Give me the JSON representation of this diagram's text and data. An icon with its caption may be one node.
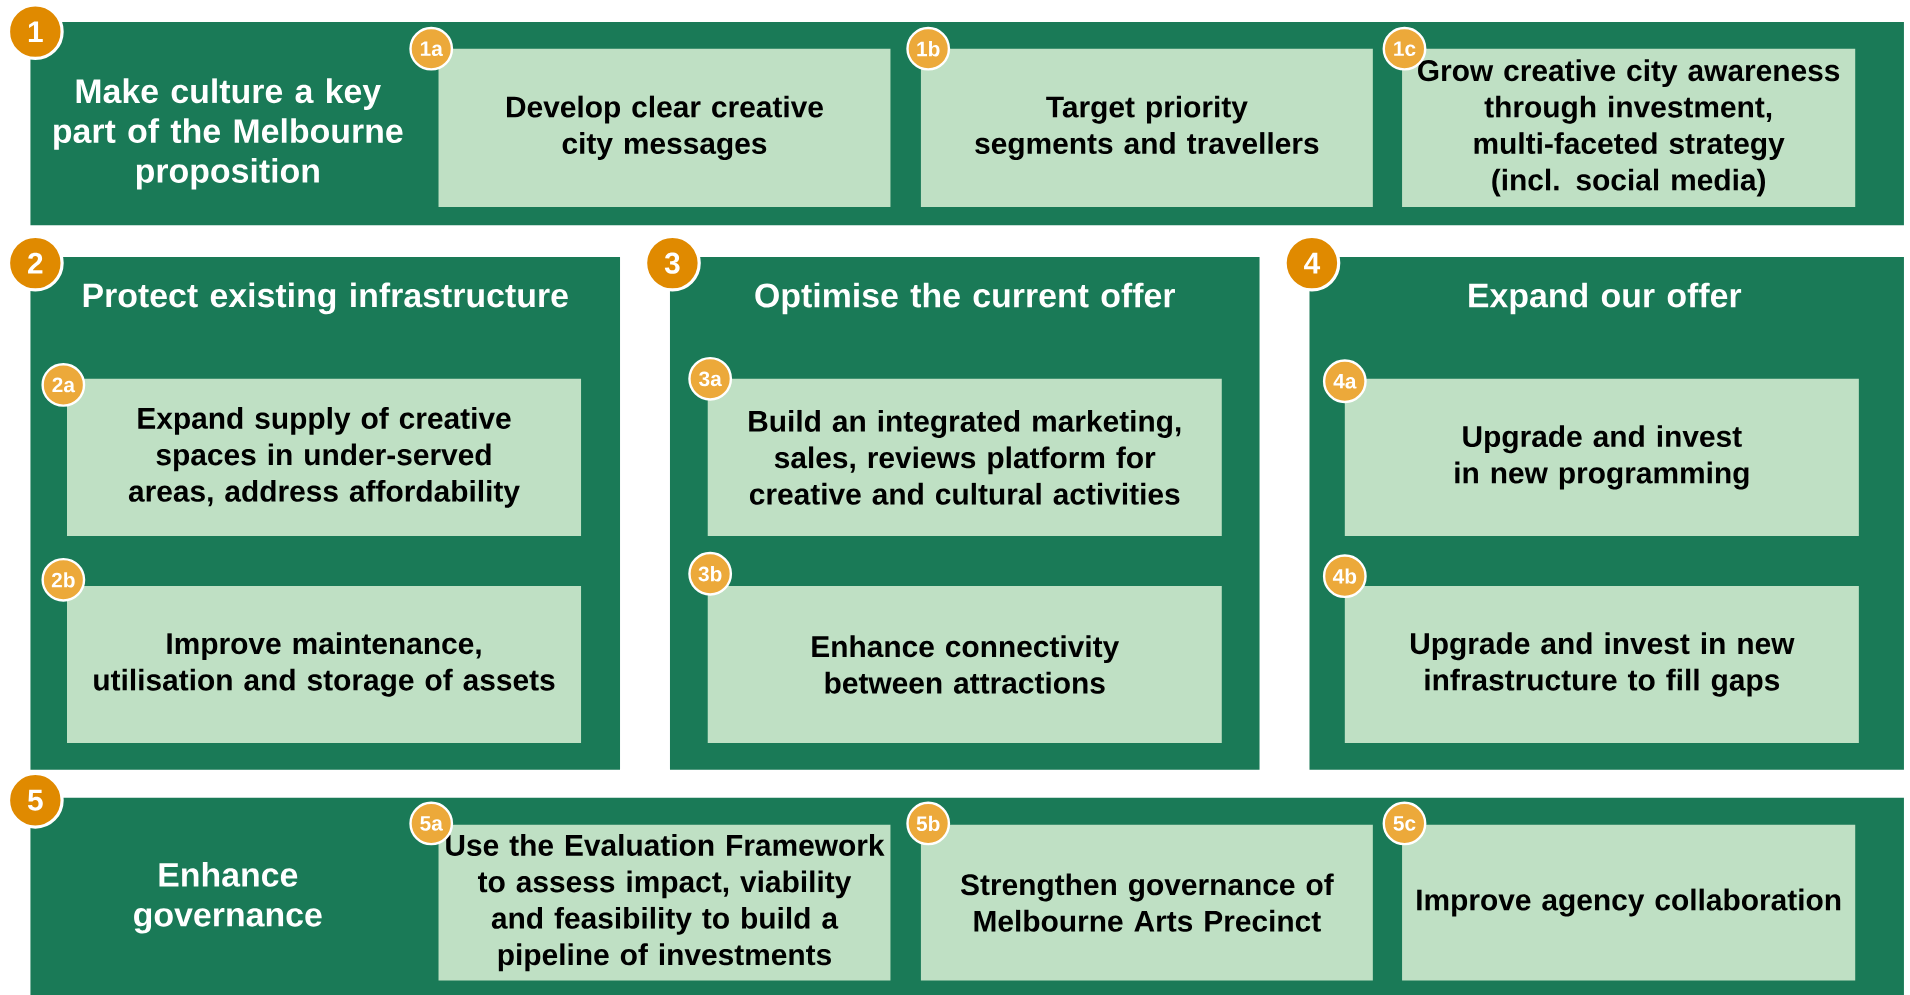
{
  "diagram": {
    "nodes": [
      {
        "text": [
          "Make culture a key part of the Melbourne proposition"
        ]
      },
      {
        "text": [
          "1"
        ]
      },
      {
        "text": [
          "Develop clear creative city messages"
        ],
        "in": 0
      },
      {
        "text": [
          "1a"
        ],
        "in": 0
      },
      {
        "text": [
          "Target priority segments and travellers"
        ],
        "in": 0
      },
      {
        "text": [
          "1b"
        ],
        "in": 0
      },
      {
        "text": [
          "Grow creative city awareness through investment, multi-faceted strategy (incl. social media)"
        ],
        "in": 0
      },
      {
        "text": [
          "1c"
        ],
        "in": 0
      },
      {
        "text": [
          "Protect existing infrastructure"
        ]
      },
      {
        "text": [
          "2"
        ]
      },
      {
        "text": [
          "Expand supply of creative spaces in under-served areas, address affordability"
        ],
        "in": 8
      },
      {
        "text": [
          "2a"
        ],
        "in": 8
      },
      {
        "text": [
          "Improve maintenance, utilisation and storage of assets"
        ],
        "in": 8
      },
      {
        "text": [
          "2b"
        ],
        "in": 8
      },
      {
        "text": [
          "Optimise the current offer"
        ]
      },
      {
        "text": [
          "3"
        ]
      },
      {
        "text": [
          "Build an integrated marketing, sales, reviews platform for creative and cultural activities"
        ],
        "in": 14
      },
      {
        "text": [
          "3a"
        ],
        "in": 14
      },
      {
        "text": [
          "Enhance connectivity between attractions"
        ],
        "in": 14
      },
      {
        "text": [
          "3b"
        ],
        "in": 14
      },
      {
        "text": [
          "Expand our offer"
        ]
      },
      {
        "text": [
          "4"
        ]
      },
      {
        "text": [
          "Upgrade and invest in new programming"
        ],
        "in": 20
      },
      {
        "text": [
          "4a"
        ],
        "in": 20
      },
      {
        "text": [
          "Upgrade and invest in new infrastructure to fill gaps"
        ],
        "in": 20
      },
      {
        "text": [
          "4b"
        ],
        "in": 20
      },
      {
        "text": [
          "Enhance governance"
        ]
      },
      {
        "text": [
          "5"
        ]
      },
      {
        "text": [
          "Use the Evaluation Framework to assess impact, viability and feasibility to build a pipeline of investments"
        ],
        "in": 26
      },
      {
        "text": [
          "5a"
        ],
        "in": 26
      },
      {
        "text": [
          "Strengthen governance of Melbourne Arts Precinct"
        ],
        "in": 26
      },
      {
        "text": [
          "5b"
        ],
        "in": 26
      },
      {
        "text": [
          "Improve agency collaboration"
        ],
        "in": 26
      },
      {
        "text": [
          "5c"
        ],
        "in": 26
      }
    ]
  }
}
